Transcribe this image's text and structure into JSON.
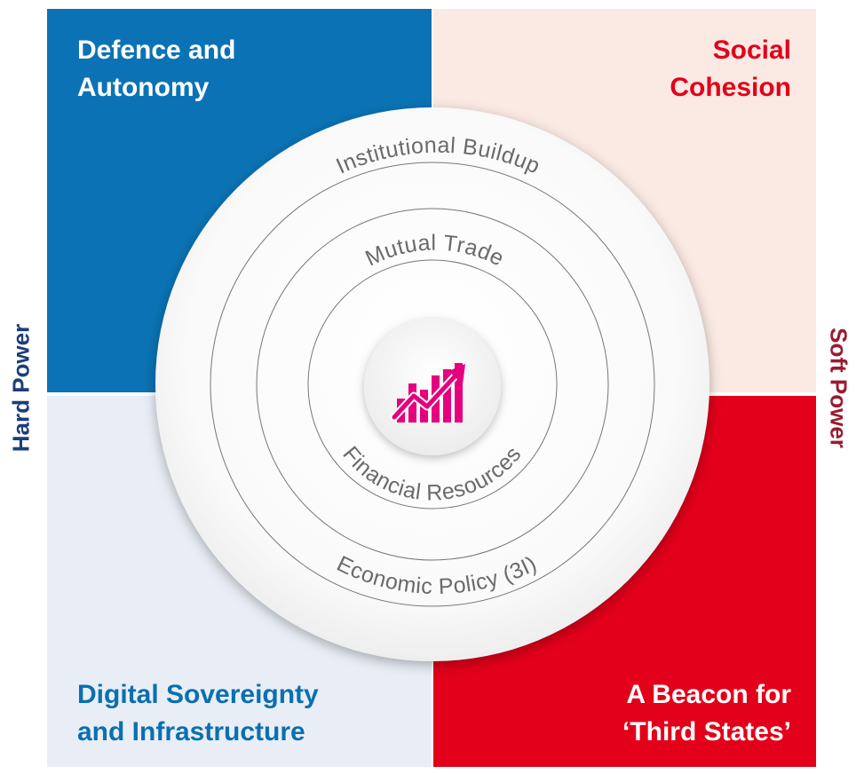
{
  "quadrants": {
    "top_left": "Defence and\nAutonomy",
    "top_right": "Social\nCohesion",
    "bottom_left": "Digital Sovereignty\nand Infrastructure",
    "bottom_right": "A Beacon for\n‘Third States’"
  },
  "axis": {
    "left": "Hard Power",
    "right": "Soft Power"
  },
  "rings": {
    "outer": "Institutional Buildup",
    "middle": "Mutual Trade",
    "inner": "Financial Resources",
    "bottom": "Economic Policy (3I)"
  },
  "center_icon": "growth-chart-icon",
  "colors": {
    "blue": "#0b73b5",
    "red": "#e2001a",
    "pale_pink": "#fbe9e3",
    "pale_blue": "#e9eef6",
    "icon_magenta": "#e5007e"
  }
}
